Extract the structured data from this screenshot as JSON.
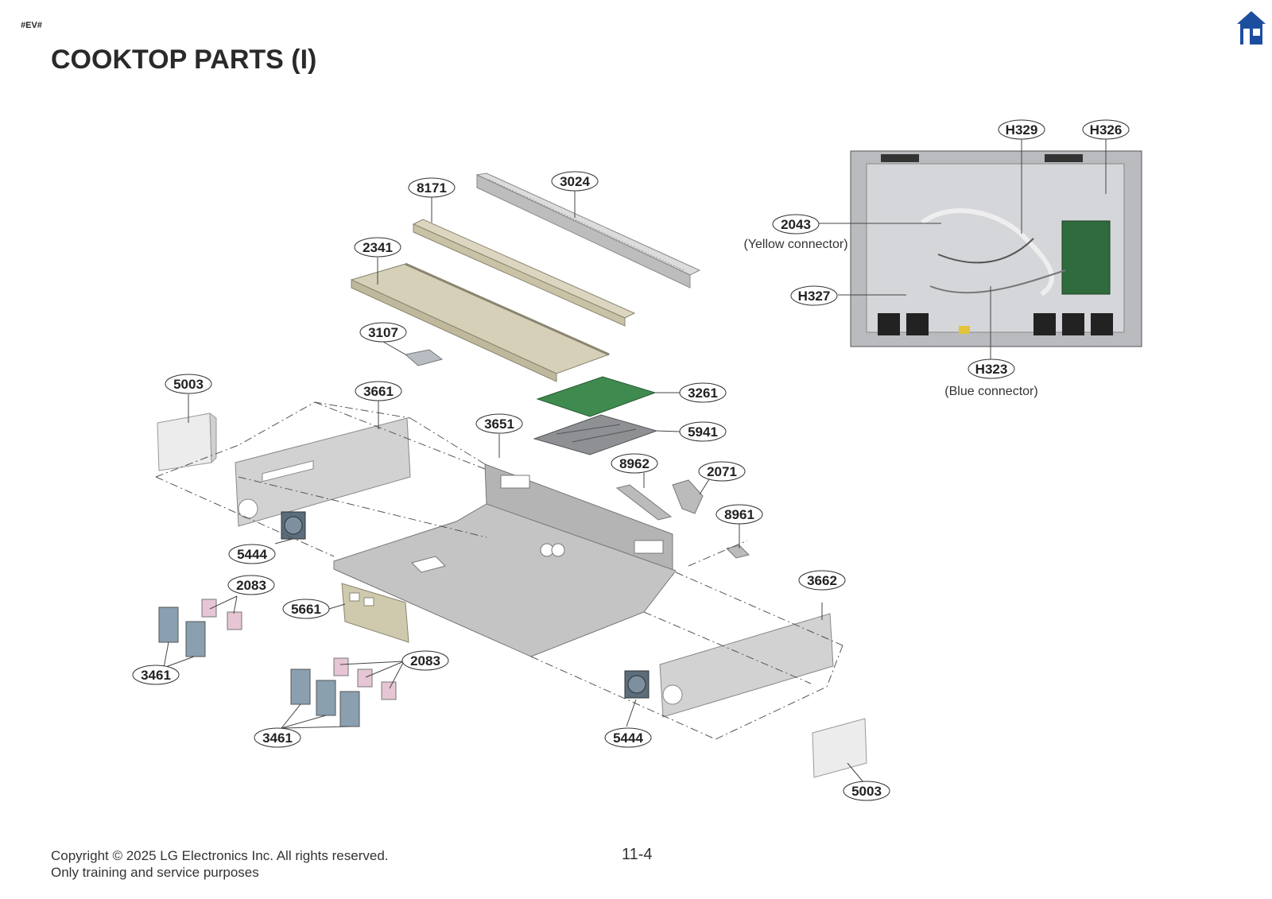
{
  "header": {
    "tag": "#EV#",
    "title": "COOKTOP PARTS (I)"
  },
  "icons": {
    "home": "home-icon"
  },
  "callouts": [
    {
      "id": "c8171",
      "label": "8171"
    },
    {
      "id": "c3024",
      "label": "3024"
    },
    {
      "id": "c2341",
      "label": "2341"
    },
    {
      "id": "c3107",
      "label": "3107"
    },
    {
      "id": "c5003a",
      "label": "5003"
    },
    {
      "id": "c3661",
      "label": "3661"
    },
    {
      "id": "c3261",
      "label": "3261"
    },
    {
      "id": "c3651",
      "label": "3651"
    },
    {
      "id": "c5941",
      "label": "5941"
    },
    {
      "id": "c8962",
      "label": "8962"
    },
    {
      "id": "c2071",
      "label": "2071"
    },
    {
      "id": "c8961",
      "label": "8961"
    },
    {
      "id": "c5444a",
      "label": "5444"
    },
    {
      "id": "c2083a",
      "label": "2083"
    },
    {
      "id": "c5661",
      "label": "5661"
    },
    {
      "id": "c3461a",
      "label": "3461"
    },
    {
      "id": "c2083b",
      "label": "2083"
    },
    {
      "id": "c3461b",
      "label": "3461"
    },
    {
      "id": "c3662",
      "label": "3662"
    },
    {
      "id": "c5444b",
      "label": "5444"
    },
    {
      "id": "c5003b",
      "label": "5003"
    },
    {
      "id": "cH329",
      "label": "H329"
    },
    {
      "id": "cH326",
      "label": "H326"
    },
    {
      "id": "c2043",
      "label": "2043"
    },
    {
      "id": "cH327",
      "label": "H327"
    },
    {
      "id": "cH323",
      "label": "H323"
    }
  ],
  "notes": {
    "yellow": "(Yellow connector)",
    "blue": "(Blue connector)"
  },
  "footer": {
    "copyright": "Copyright © 2025 LG Electronics Inc. All rights reserved.",
    "purpose": "Only training and service purposes",
    "page": "11-4"
  },
  "colors": {
    "accent": "#1d4e9e",
    "pcb": "#3f8a4f",
    "metal": "#c8c8c8",
    "tan": "#d9d3bd"
  }
}
